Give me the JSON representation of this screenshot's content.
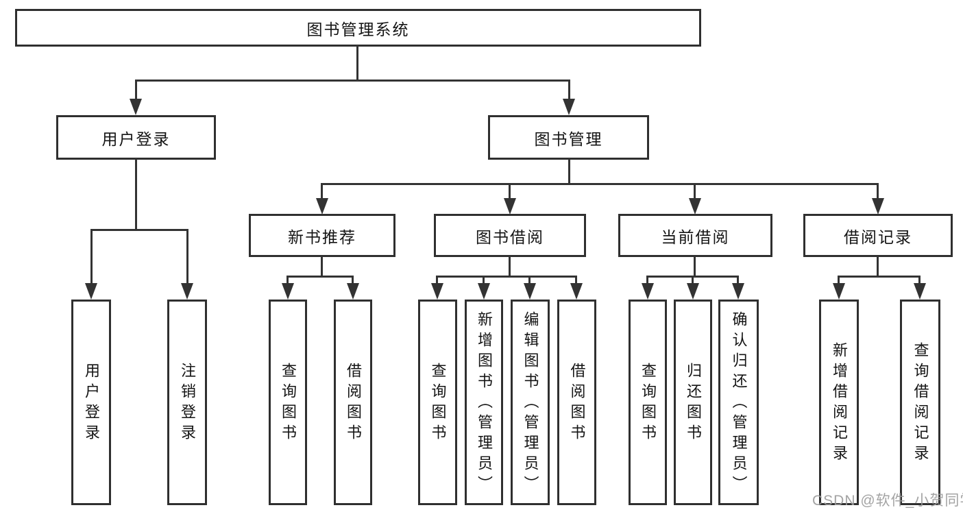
{
  "diagram": {
    "root": {
      "label": "图书管理系统"
    },
    "branches": [
      {
        "label": "用户登录",
        "leaves": [
          {
            "label": "用户登录"
          },
          {
            "label": "注销登录"
          }
        ]
      },
      {
        "label": "图书管理",
        "groups": [
          {
            "label": "新书推荐",
            "leaves": [
              {
                "label": "查询图书"
              },
              {
                "label": "借阅图书"
              }
            ]
          },
          {
            "label": "图书借阅",
            "leaves": [
              {
                "label": "查询图书"
              },
              {
                "label": "新增图书（管理员）"
              },
              {
                "label": "编辑图书（管理员）"
              },
              {
                "label": "借阅图书"
              }
            ]
          },
          {
            "label": "当前借阅",
            "leaves": [
              {
                "label": "查询图书"
              },
              {
                "label": "归还图书"
              },
              {
                "label": "确认归还（管理员）"
              }
            ]
          },
          {
            "label": "借阅记录",
            "leaves": [
              {
                "label": "新增借阅记录"
              },
              {
                "label": "查询借阅记录"
              }
            ]
          }
        ]
      }
    ]
  },
  "watermark": {
    "text": "CSDN @软件_小贺同学"
  },
  "colors": {
    "line": "#333333",
    "border": "#2f2f2f",
    "text": "#141414",
    "background": "#ffffff",
    "watermark": "#9b9b9b"
  }
}
